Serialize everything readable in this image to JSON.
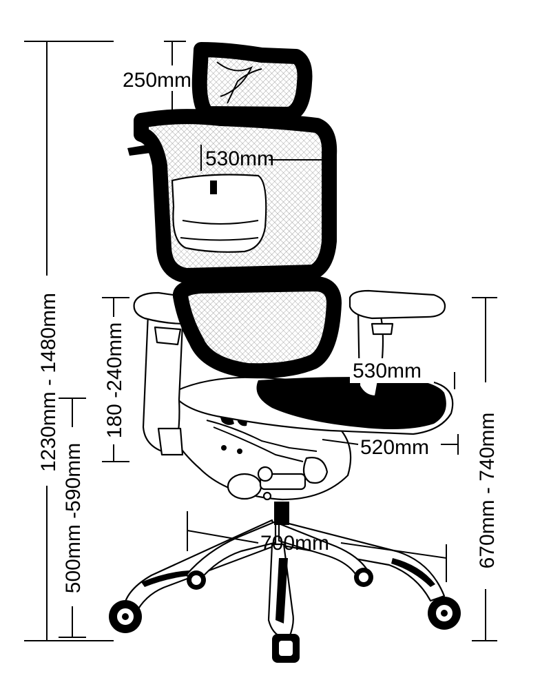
{
  "dimensions": {
    "overall_height": "1230mm - 1480mm",
    "seat_height": "500mm -590mm",
    "headrest_height": "250mm",
    "backrest_width": "530mm",
    "armrest_adjust": "180 -240mm",
    "seat_width": "530mm",
    "seat_depth": "520mm",
    "base_diameter": "700mm",
    "armrest_height": "670mm - 740mm"
  }
}
